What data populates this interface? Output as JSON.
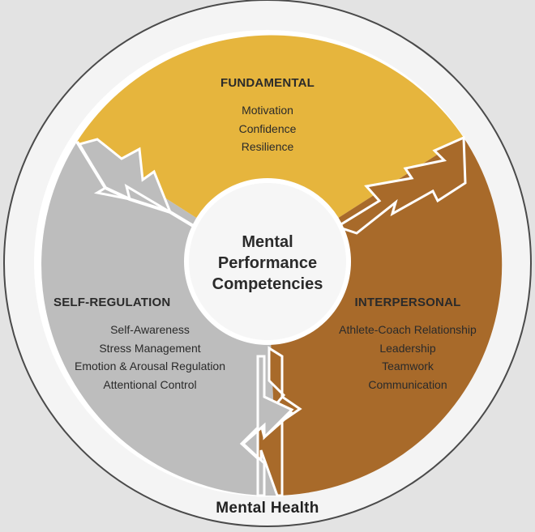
{
  "colors": {
    "fundamental": "#E6B53D",
    "interpersonal": "#A86A2A",
    "self_regulation": "#BDBDBD",
    "ring": "#F4F4F4",
    "outline": "#4a4a4a"
  },
  "center_label": [
    "Mental",
    "Performance",
    "Competencies"
  ],
  "outer_label": "Mental Health",
  "sections": {
    "fundamental": {
      "title": "FUNDAMENTAL",
      "items": [
        "Motivation",
        "Confidence",
        "Resilience"
      ]
    },
    "self_regulation": {
      "title": "SELF-REGULATION",
      "items": [
        "Self-Awareness",
        "Stress Management",
        "Emotion & Arousal Regulation",
        "Attentional Control"
      ]
    },
    "interpersonal": {
      "title": "INTERPERSONAL",
      "items": [
        "Athlete-Coach Relationship",
        "Leadership",
        "Teamwork",
        "Communication"
      ]
    }
  }
}
